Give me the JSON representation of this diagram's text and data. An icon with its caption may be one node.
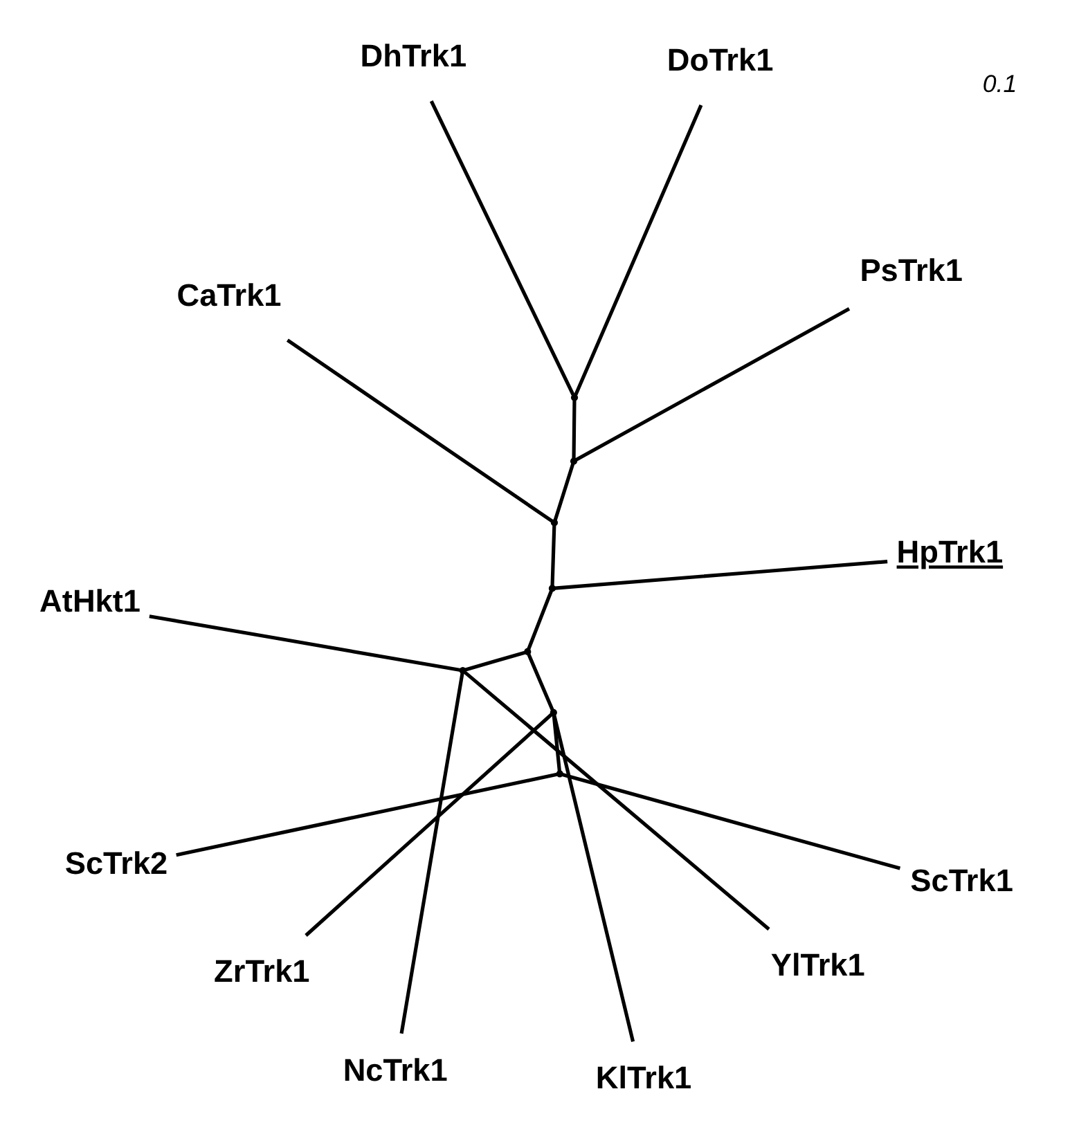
{
  "diagram": {
    "nodes": [
      {
        "text": [
          "CaTrk1"
        ]
      },
      {
        "text": [
          "HpTrk1"
        ]
      },
      {
        "text": [
          "PsTrk1"
        ]
      },
      {
        "text": [
          "DoTrk1"
        ]
      },
      {
        "text": [
          "ScTrk1"
        ]
      },
      {
        "text": [
          "DhTrk1"
        ]
      },
      {
        "text": [
          "ScTrk2"
        ]
      },
      {
        "text": [
          "YlTrk1"
        ]
      },
      {
        "text": [
          "ZrTrk1"
        ]
      },
      {
        "text": [
          "KlTrk1"
        ]
      },
      {
        "text": [
          "NcTrk1"
        ]
      },
      {
        "text": [
          "AtHkt1"
        ]
      },
      {
        "text": [],
        "shape": "point"
      },
      {
        "text": [],
        "shape": "point"
      },
      {
        "text": [],
        "shape": "point"
      },
      {
        "text": [],
        "shape": "point"
      },
      {
        "text": [],
        "shape": "point"
      },
      {
        "text": [],
        "shape": "point"
      },
      {
        "text": [],
        "shape": "point"
      },
      {
        "text": [],
        "shape": "point"
      }
    ],
    "edges": [
      {
        "from": 12,
        "to": 3,
        "arrow": "none"
      },
      {
        "from": 12,
        "to": 5,
        "arrow": "none"
      },
      {
        "from": 13,
        "to": 12,
        "arrow": "none"
      },
      {
        "from": 13,
        "to": 2,
        "arrow": "none"
      },
      {
        "from": 14,
        "to": 13,
        "arrow": "none"
      },
      {
        "from": 14,
        "to": 0,
        "arrow": "none"
      },
      {
        "from": 15,
        "to": 14,
        "arrow": "none"
      },
      {
        "from": 15,
        "to": 1,
        "arrow": "none"
      },
      {
        "from": 16,
        "to": 15,
        "arrow": "none"
      },
      {
        "from": 16,
        "to": 18,
        "arrow": "none"
      },
      {
        "from": 18,
        "to": 19,
        "arrow": "none"
      },
      {
        "from": 19,
        "to": 4,
        "arrow": "none"
      },
      {
        "from": 19,
        "to": 6,
        "arrow": "none"
      },
      {
        "from": 18,
        "to": 8,
        "arrow": "none"
      },
      {
        "from": 18,
        "to": 9,
        "arrow": "none"
      },
      {
        "from": 16,
        "to": 17,
        "arrow": "none"
      },
      {
        "from": 17,
        "to": 7,
        "arrow": "none"
      },
      {
        "from": 17,
        "to": 10,
        "arrow": "none"
      },
      {
        "from": 17,
        "to": 11,
        "arrow": "none"
      }
    ],
    "labels": [
      "0.1"
    ]
  }
}
